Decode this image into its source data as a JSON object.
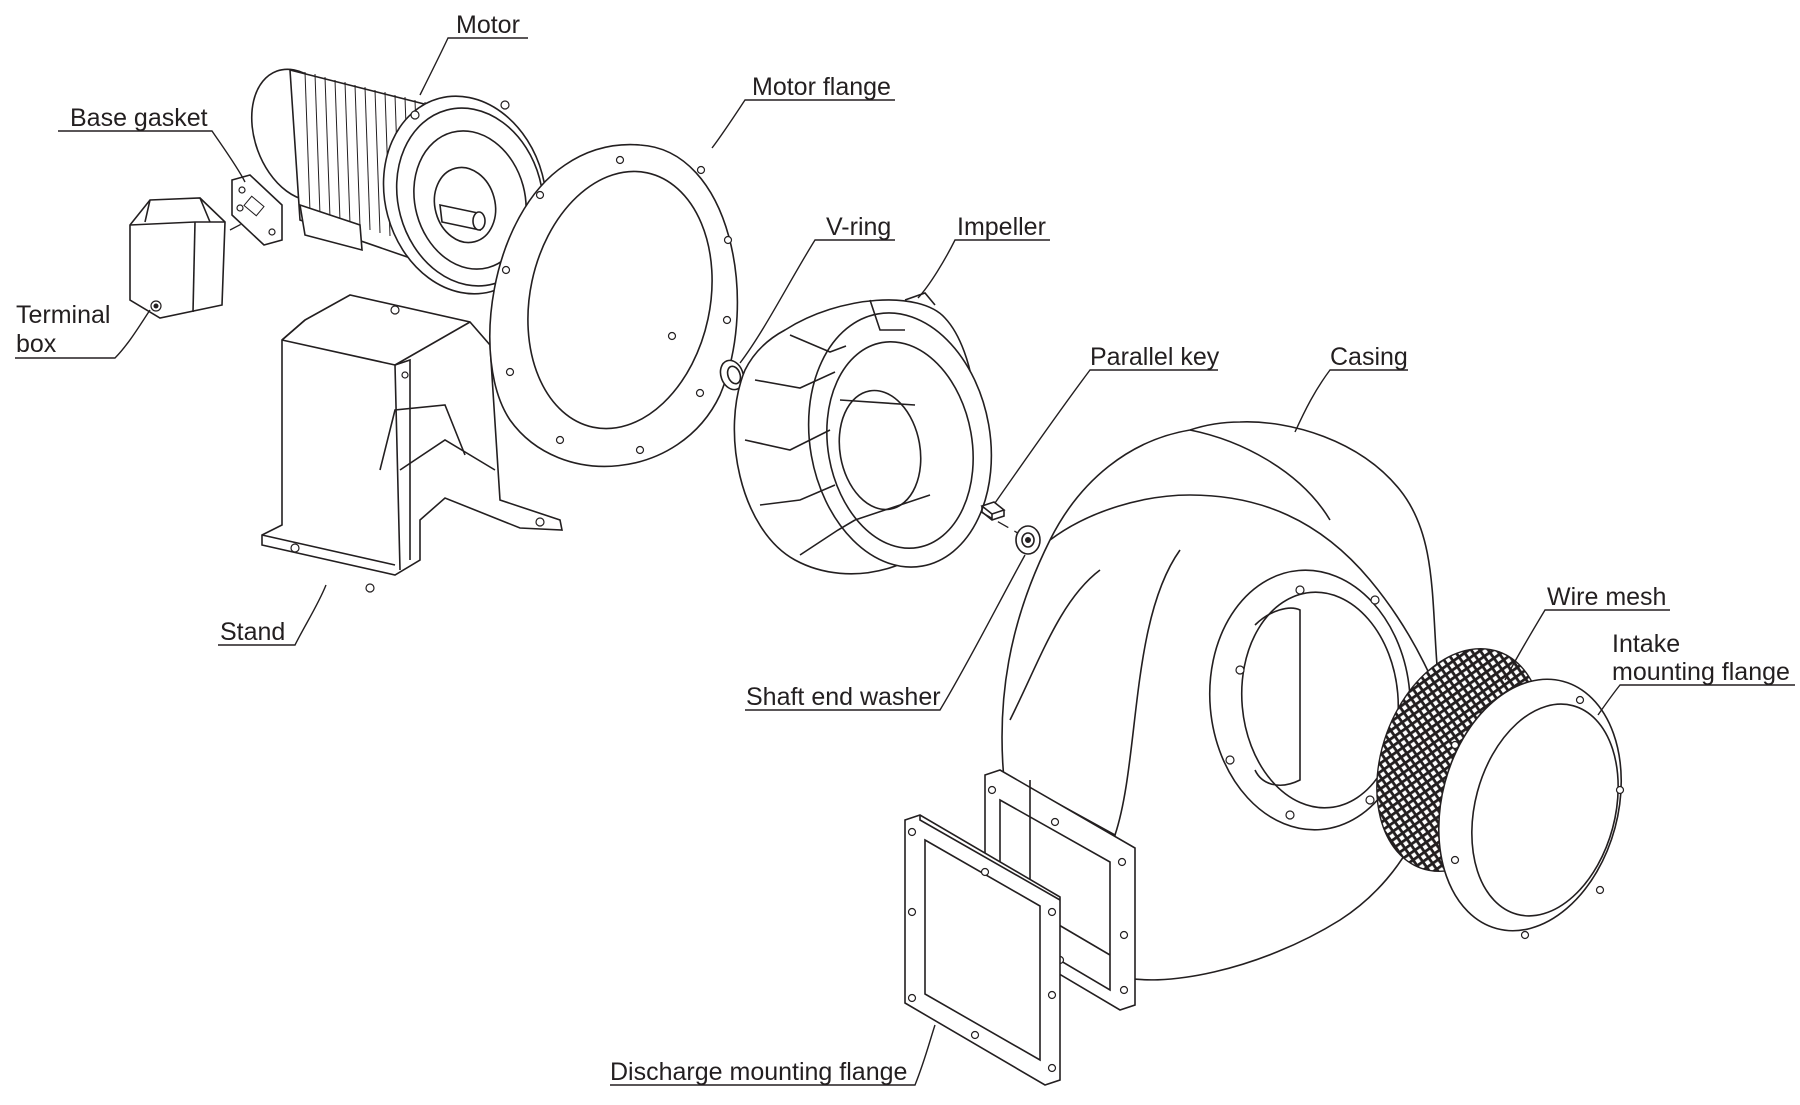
{
  "labels": {
    "motor": "Motor",
    "base_gasket": "Base gasket",
    "terminal_box_1": "Terminal",
    "terminal_box_2": "box",
    "stand": "Stand",
    "motor_flange": "Motor flange",
    "v_ring": "V-ring",
    "impeller": "Impeller",
    "parallel_key": "Parallel key",
    "casing": "Casing",
    "shaft_end_washer": "Shaft end washer",
    "wire_mesh": "Wire mesh",
    "intake_mounting_flange_1": "Intake",
    "intake_mounting_flange_2": "mounting flange",
    "discharge_mounting_flange": "Discharge mounting flange"
  },
  "colors": {
    "line": "#231f20",
    "background": "#ffffff"
  }
}
